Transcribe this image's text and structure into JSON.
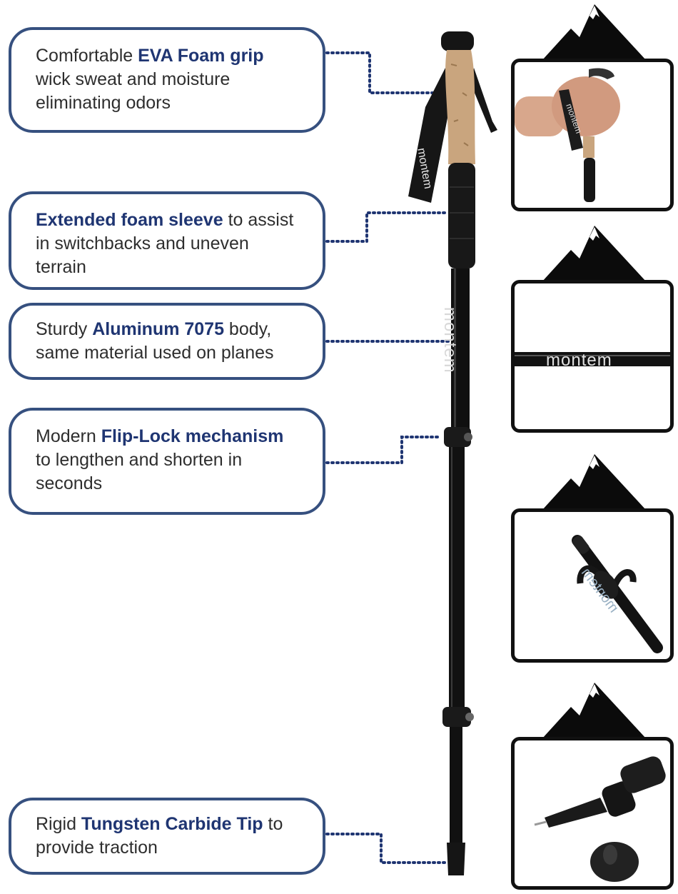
{
  "callouts": [
    {
      "pre": "Comfortable ",
      "bold": "EVA Foam grip",
      "post": " wick sweat and moisture eliminating odors"
    },
    {
      "pre": "",
      "bold": "Extended foam sleeve",
      "post": " to assist in switchbacks and uneven terrain"
    },
    {
      "pre": "Sturdy ",
      "bold": "Aluminum 7075",
      "post": " body, same material used on planes"
    },
    {
      "pre": "Modern ",
      "bold": "Flip-Lock mechanism",
      "post": " to lengthen and shorten in seconds"
    },
    {
      "pre": "Rigid ",
      "bold": "Tungsten Carbide Tip",
      "post": " to provide traction"
    }
  ],
  "brand": "montem",
  "colors": {
    "navy": "#1f3572",
    "border": "#36507f",
    "cork": "#c9a57e",
    "black": "#111111"
  }
}
